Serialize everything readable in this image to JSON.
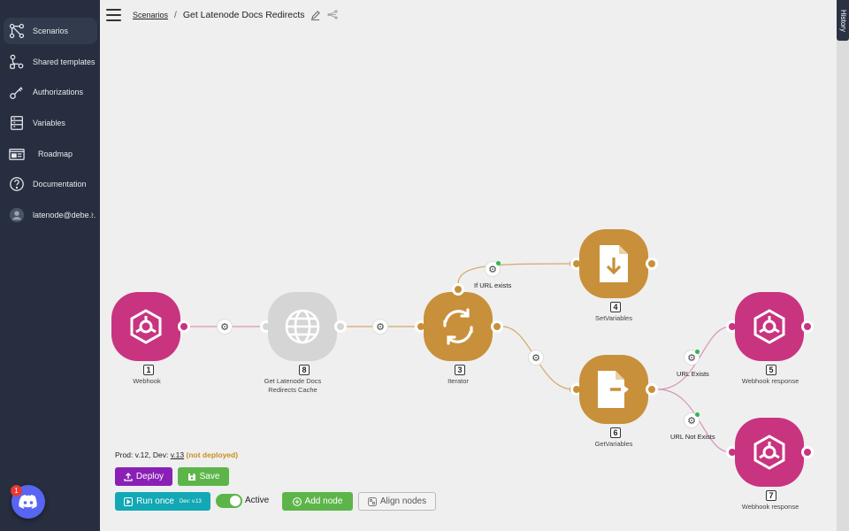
{
  "sidebar": {
    "items": [
      {
        "label": "Scenarios",
        "icon": "scenarios-icon"
      },
      {
        "label": "Shared templates",
        "icon": "shared-templates-icon"
      },
      {
        "label": "Authorizations",
        "icon": "key-icon"
      },
      {
        "label": "Variables",
        "icon": "variables-icon"
      },
      {
        "label": "Roadmap",
        "icon": "roadmap-icon"
      },
      {
        "label": "Documentation",
        "icon": "help-icon"
      },
      {
        "label": "latenode@debe...",
        "icon": "user-avatar-icon"
      }
    ],
    "discord_badge": "1"
  },
  "header": {
    "breadcrumb_link": "Scenarios",
    "separator": "/",
    "title": "Get Latenode Docs Redirects",
    "history_label": "History"
  },
  "nodes": [
    {
      "id": "1",
      "label": "Webhook",
      "icon": "webhook-icon",
      "color": "#c83480"
    },
    {
      "id": "8",
      "label": "Get Latenode Docs Redirects Cache",
      "icon": "globe-icon",
      "color": "#d5d5d5"
    },
    {
      "id": "3",
      "label": "Iterator",
      "icon": "iterator-icon",
      "color": "#c8903a"
    },
    {
      "id": "4",
      "label": "SetVariables",
      "icon": "download-file-icon",
      "color": "#c8903a"
    },
    {
      "id": "6",
      "label": "GetVariables",
      "icon": "export-file-icon",
      "color": "#c8903a"
    },
    {
      "id": "5",
      "label": "Webhook response",
      "icon": "webhook-icon",
      "color": "#c83480"
    },
    {
      "id": "7",
      "label": "Webhook response",
      "icon": "webhook-icon",
      "color": "#c83480"
    }
  ],
  "edge_labels": {
    "if_url_exists": "If URL exists",
    "url_exists": "URL Exists",
    "url_not_exists": "URL Not Exists"
  },
  "status": {
    "prefix": "Prod: v.12, Dev: ",
    "dev_version": "v.13",
    "not_deployed": "(not deployed)"
  },
  "toolbar": {
    "deploy": "Deploy",
    "save": "Save",
    "run_once": "Run once",
    "run_once_sup": "Dev: v.13",
    "active": "Active",
    "add_node": "Add node",
    "align_nodes": "Align nodes"
  },
  "colors": {
    "sidebar_bg": "#272e3f",
    "pink": "#c83480",
    "gold": "#c8903a",
    "deploy": "#8a1fb5",
    "green": "#5db54a",
    "teal": "#12a8b5"
  }
}
